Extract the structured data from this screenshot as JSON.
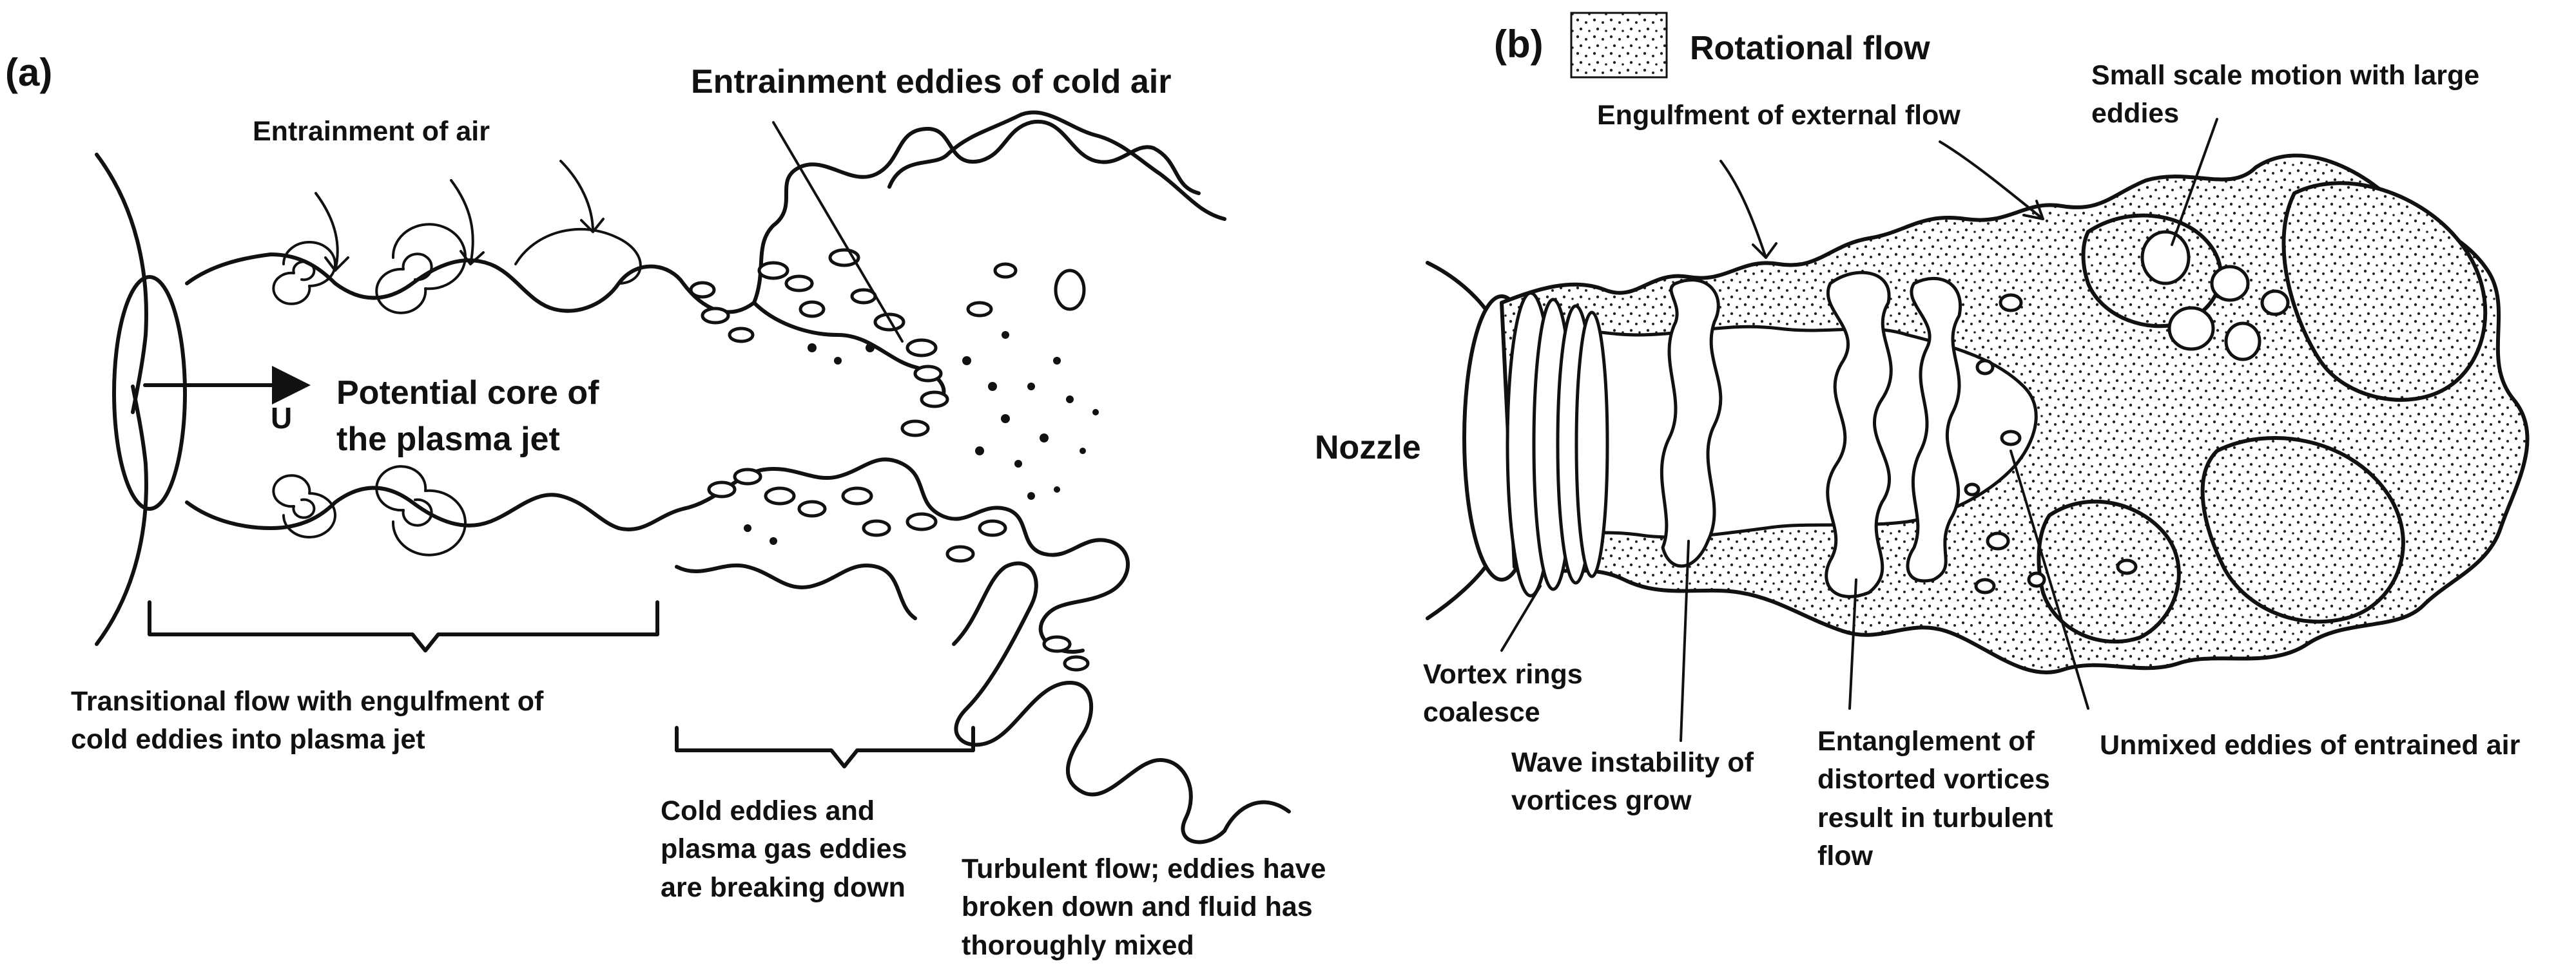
{
  "panel_a": {
    "panel_label": "(a)",
    "title": "Entrainment eddies of cold air",
    "entrainment_label": "Entrainment of air",
    "velocity_symbol": "U",
    "core_label": [
      "Potential core of",
      "the plasma jet"
    ],
    "transitional_label": [
      "Transitional flow with engulfment of",
      "cold eddies into plasma jet"
    ],
    "breaking_label": [
      "Cold eddies and",
      "plasma gas eddies",
      "are breaking down"
    ],
    "turbulent_label": [
      "Turbulent flow; eddies have",
      "broken down and fluid has",
      "thoroughly mixed"
    ]
  },
  "panel_b": {
    "panel_label": "(b)",
    "legend_label": "Rotational flow",
    "engulfment_label": "Engulfment of external flow",
    "small_scale_label": [
      "Small scale motion with large",
      "eddies"
    ],
    "nozzle_label": "Nozzle",
    "vortex_rings_label": [
      "Vortex rings",
      "coalesce"
    ],
    "wave_label": [
      "Wave instability of",
      "vortices grow"
    ],
    "entanglement_label": [
      "Entanglement of",
      "distorted vortices",
      "result in turbulent",
      "flow"
    ],
    "unmixed_label": "Unmixed eddies of entrained air"
  }
}
